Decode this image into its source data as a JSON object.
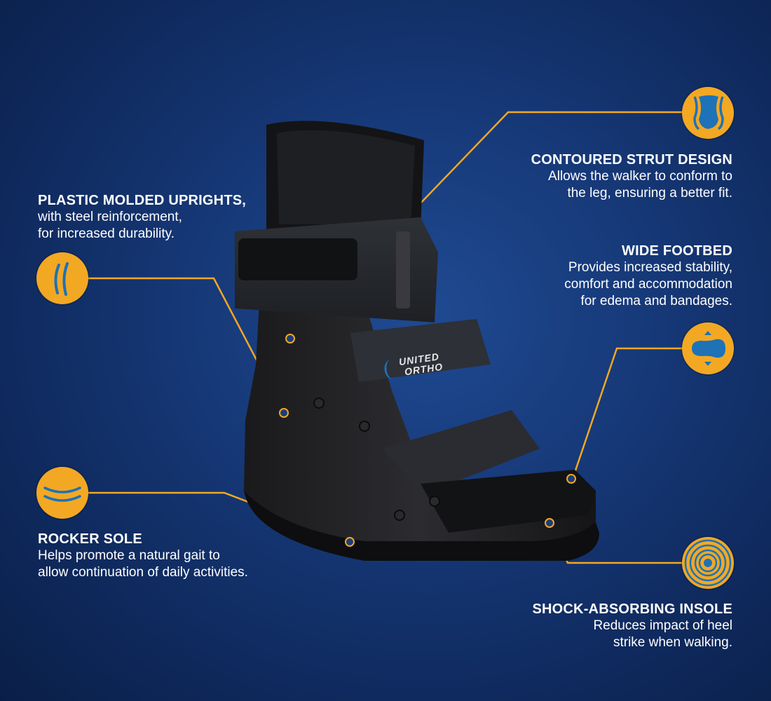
{
  "brand": {
    "logo_line1": "UNITED",
    "logo_line2": "ORTHO"
  },
  "colors": {
    "accent": "#f3a823",
    "icon_blue": "#1d72b8",
    "background": "#173a7a",
    "text": "#ffffff"
  },
  "features": [
    {
      "id": "plastic-molded-uprights",
      "title": "PLASTIC MOLDED UPRIGHTS,",
      "lines": [
        "with steel reinforcement,",
        "for increased durability."
      ],
      "icon": "uprights-icon"
    },
    {
      "id": "contoured-strut-design",
      "title": "CONTOURED STRUT DESIGN",
      "lines": [
        "Allows the walker to conform to",
        "the leg, ensuring a better fit."
      ],
      "icon": "contoured-strut-icon"
    },
    {
      "id": "wide-footbed",
      "title": "WIDE FOOTBED",
      "lines": [
        "Provides increased stability,",
        "comfort and accommodation",
        "for edema and bandages."
      ],
      "icon": "footbed-icon"
    },
    {
      "id": "rocker-sole",
      "title": "ROCKER SOLE",
      "lines": [
        "Helps promote a natural gait to",
        "allow continuation of daily activities."
      ],
      "icon": "rocker-sole-icon"
    },
    {
      "id": "shock-absorbing-insole",
      "title": "SHOCK-ABSORBING INSOLE",
      "lines": [
        "Reduces impact of heel",
        "strike when walking."
      ],
      "icon": "shock-insole-icon"
    }
  ]
}
